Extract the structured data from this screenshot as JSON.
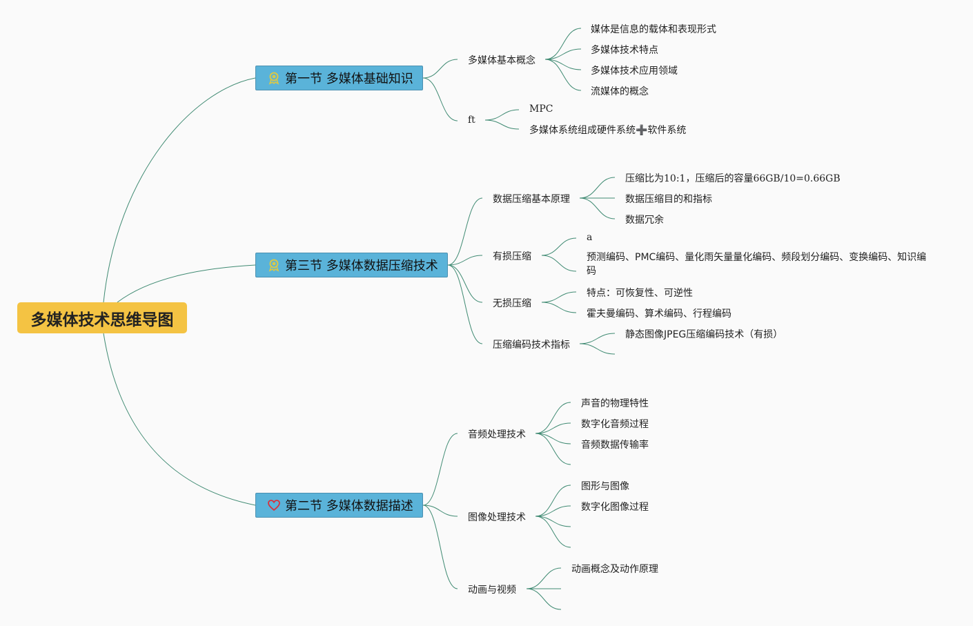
{
  "root": "多媒体技术思维导图",
  "colors": {
    "root_bg": "#f4c343",
    "section_bg": "#5ab3d9",
    "line": "#3f8a72"
  },
  "sections": [
    {
      "icon": "ribbon-award-icon",
      "label": "第一节 多媒体基础知识",
      "topics": [
        {
          "label": "多媒体基本概念",
          "items": [
            "媒体是信息的载体和表现形式",
            "多媒体技术特点",
            "多媒体技术应用领域",
            "流媒体的概念"
          ]
        },
        {
          "label": "ft",
          "items": [
            "MPC",
            "多媒体系统组成硬件系统➕软件系统"
          ]
        }
      ]
    },
    {
      "icon": "ribbon-award-icon",
      "label": "第三节 多媒体数据压缩技术",
      "topics": [
        {
          "label": "数据压缩基本原理",
          "items": [
            "压缩比为10:1，压缩后的容量66GB/10=0.66GB",
            "数据压缩目的和指标",
            "数据冗余"
          ]
        },
        {
          "label": "有损压缩",
          "items": [
            "a",
            "预测编码、PMC编码、量化雨矢量量化编码、频段划分编码、变换编码、知识编码"
          ]
        },
        {
          "label": "无损压缩",
          "items": [
            "特点：可恢复性、可逆性",
            "霍夫曼编码、算术编码、行程编码"
          ]
        },
        {
          "label": "压缩编码技术指标",
          "items": [
            "静态图像JPEG压缩编码技术（有损）",
            ""
          ]
        }
      ]
    },
    {
      "icon": "heart-icon",
      "label": "第二节 多媒体数据描述",
      "topics": [
        {
          "label": "音频处理技术",
          "items": [
            "声音的物理特性",
            "数字化音频过程",
            "音频数据传输率",
            ""
          ]
        },
        {
          "label": "图像处理技术",
          "items": [
            "图形与图像",
            "数字化图像过程",
            "",
            ""
          ]
        },
        {
          "label": "动画与视频",
          "items": [
            "动画概念及动作原理",
            "",
            ""
          ]
        }
      ]
    }
  ]
}
